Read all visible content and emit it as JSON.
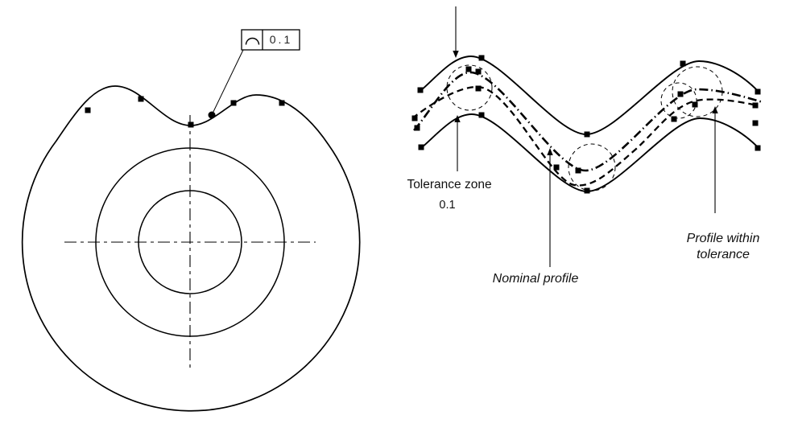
{
  "figure": {
    "title_semantic": "Profile of a line tolerance illustration",
    "colors": {
      "line": "#000000",
      "background": "#ffffff",
      "text": "#111111"
    },
    "left": {
      "view": "part-front-view",
      "fcf": {
        "symbol_icon": "profile-of-a-line-icon",
        "tolerance_value": "0.1"
      }
    },
    "right": {
      "view": "tolerance-zone-diagram",
      "labels": {
        "tolerance_zone": "Tolerance zone",
        "tolerance_zone_value": "0.1",
        "nominal_profile": "Nominal profile",
        "profile_within_line1": "Profile within",
        "profile_within_line2": "tolerance"
      },
      "legend_semantics": {
        "solid_lines": "tolerance zone boundaries",
        "bold_dash_dot_line": "nominal profile",
        "bold_dashed_line": "profile within tolerance",
        "thin_dashed_circles": "0.1 tolerance circles"
      }
    }
  }
}
